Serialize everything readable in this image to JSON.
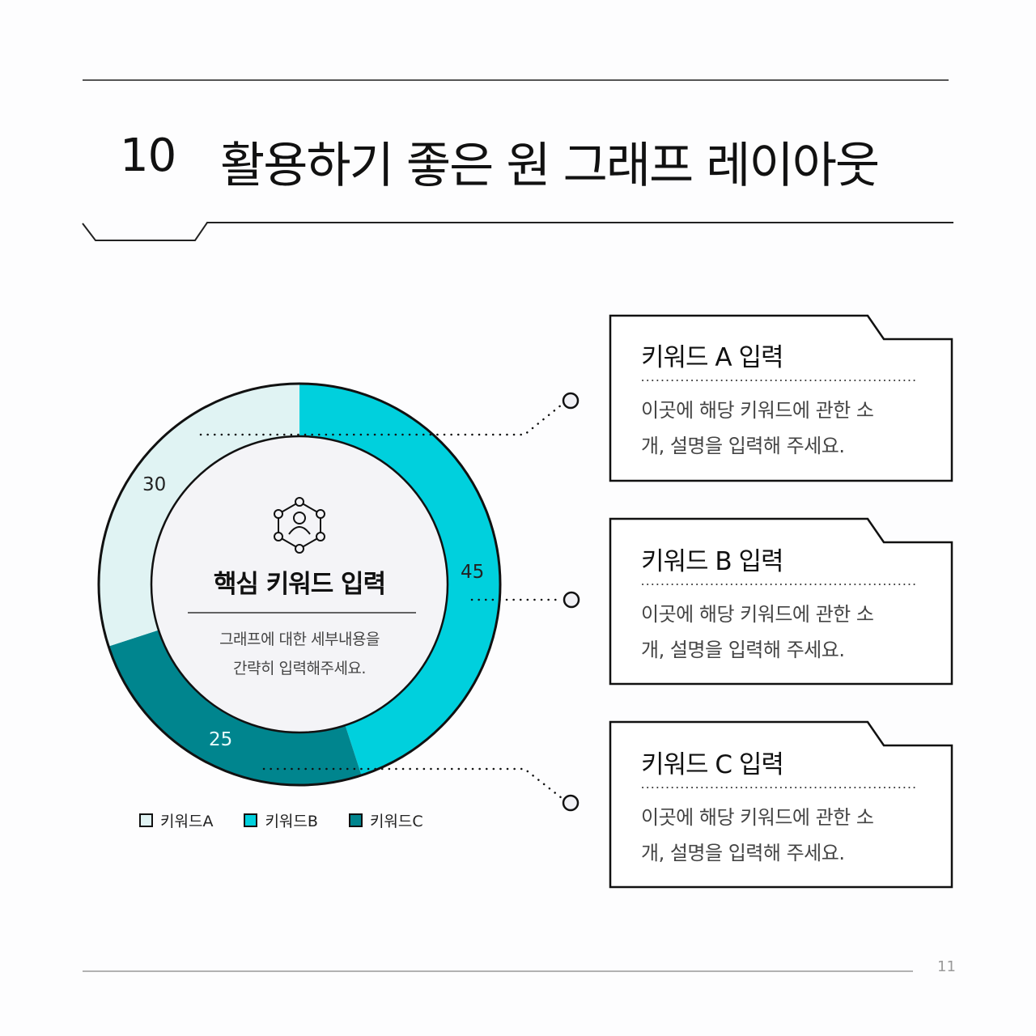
{
  "header": {
    "section_number": "10",
    "title": "활용하기 좋은 원 그래프 레이아웃"
  },
  "center": {
    "icon": "network-person-icon",
    "title": "핵심 키워드 입력",
    "description_line1": "그래프에 대한 세부내용을",
    "description_line2": "간략히 입력해주세요."
  },
  "colors": {
    "keyword_a": "#e0f3f3",
    "keyword_b": "#00d0dd",
    "keyword_c": "#00858e",
    "center_fill": "#f4f4f7",
    "stroke": "#111111"
  },
  "labels": {
    "a": "30",
    "b": "45",
    "c": "25"
  },
  "legend": [
    {
      "label": "키워드A"
    },
    {
      "label": "키워드B"
    },
    {
      "label": "키워드C"
    }
  ],
  "cards": [
    {
      "title": "키워드 A 입력",
      "line1": "이곳에 해당 키워드에 관한 소",
      "line2": "개, 설명을 입력해 주세요."
    },
    {
      "title": "키워드 B 입력",
      "line1": "이곳에 해당 키워드에 관한 소",
      "line2": "개, 설명을 입력해 주세요."
    },
    {
      "title": "키워드 C 입력",
      "line1": "이곳에 해당 키워드에 관한 소",
      "line2": "개, 설명을 입력해 주세요."
    }
  ],
  "footer": {
    "page_number": "11"
  },
  "chart_data": {
    "type": "pie",
    "variant": "donut",
    "categories": [
      "키워드A",
      "키워드B",
      "키워드C"
    ],
    "values": [
      30,
      45,
      25
    ],
    "colors": [
      "#e0f3f3",
      "#00d0dd",
      "#00858e"
    ],
    "title": "핵심 키워드 입력",
    "subtitle": "그래프에 대한 세부내용을 간략히 입력해주세요.",
    "legend_position": "bottom",
    "start_angle": "12 o'clock, clockwise, order B → C → A"
  }
}
